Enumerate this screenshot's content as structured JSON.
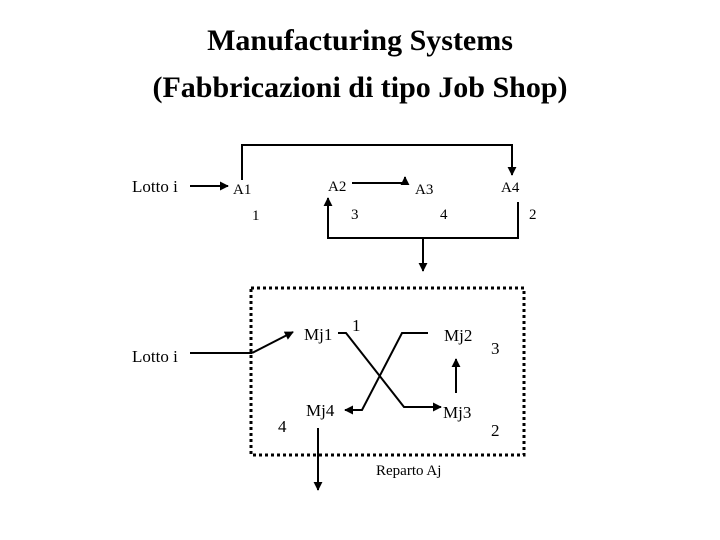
{
  "title": {
    "line1": "Manufacturing Systems",
    "line2": "(Fabbricazioni di tipo Job Shop)"
  },
  "routing": {
    "input_label": "Lotto i",
    "operations": [
      {
        "name": "A1",
        "seq": "1"
      },
      {
        "name": "A2",
        "seq": "3"
      },
      {
        "name": "A3",
        "seq": "4"
      },
      {
        "name": "A4",
        "seq": "2"
      }
    ]
  },
  "department": {
    "input_label": "Lotto i",
    "name": "Reparto Aj",
    "machines": [
      {
        "name": "Mj1",
        "seq": "1"
      },
      {
        "name": "Mj2",
        "seq": "3"
      },
      {
        "name": "Mj3",
        "seq": "2"
      },
      {
        "name": "Mj4",
        "seq": "4"
      }
    ]
  }
}
